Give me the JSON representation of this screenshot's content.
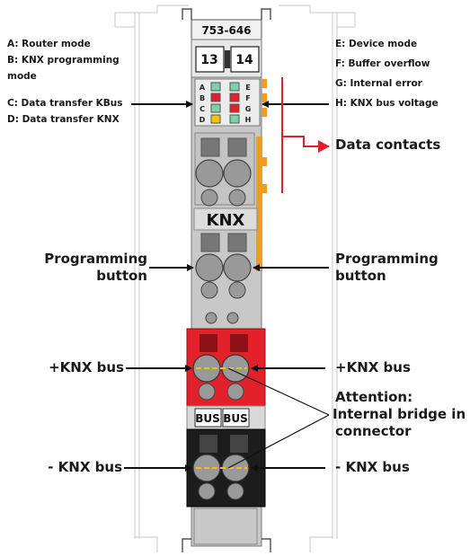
{
  "module": {
    "part_number": "753-646",
    "terminal_left": "13",
    "terminal_right": "14",
    "led_letters_left": [
      "A",
      "B",
      "C",
      "D"
    ],
    "led_letters_right": [
      "E",
      "F",
      "G",
      "H"
    ],
    "knx_label": "KNX",
    "bus_label_left": "BUS",
    "bus_label_right": "BUS"
  },
  "leds": {
    "A": "#7ed0a8",
    "B": "#e0202a",
    "C": "#7ed0a8",
    "D": "#f2c400",
    "E": "#7ed0a8",
    "F": "#e0202a",
    "G": "#e0202a",
    "H": "#7ed0a8"
  },
  "colors": {
    "red_section": "#e3212b",
    "black_section": "#1c1c1c",
    "orange_contacts": "#f39a21"
  },
  "legend_left": {
    "a": "A: Router mode",
    "b": "B: KNX programming",
    "b_cont": "mode",
    "c": "C: Data transfer KBus",
    "d": "D: Data transfer KNX"
  },
  "legend_right": {
    "e": "E: Device mode",
    "f": "F: Buffer overflow",
    "g": "G: Internal error",
    "h": "H: KNX bus voltage"
  },
  "callouts": {
    "data_contacts": "Data contacts",
    "programming_left_1": "Programming",
    "programming_left_2": "button",
    "programming_right_1": "Programming",
    "programming_right_2": "button",
    "knx_plus_left": "+KNX bus",
    "knx_plus_right": "+KNX bus",
    "attention_1": "Attention:",
    "attention_2": "Internal bridge in",
    "attention_3": "connector",
    "knx_minus_left": "- KNX bus",
    "knx_minus_right": "- KNX bus"
  }
}
